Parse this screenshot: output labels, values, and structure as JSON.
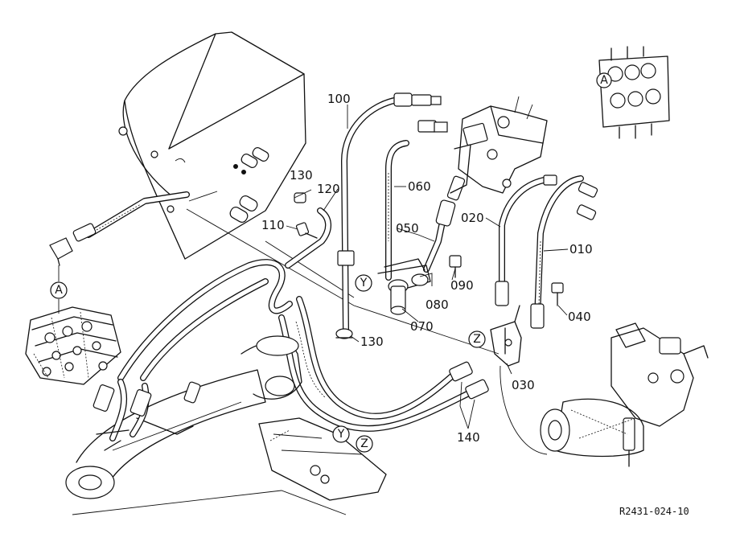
{
  "parts": {
    "p010": "010",
    "p020": "020",
    "p030": "030",
    "p040": "040",
    "p050": "050",
    "p060": "060",
    "p070": "070",
    "p080": "080",
    "p090": "090",
    "p100": "100",
    "p110": "110",
    "p120": "120",
    "p130a": "130",
    "p130b": "130",
    "p140": "140"
  },
  "callouts": {
    "a_main": "A",
    "a_inset": "A",
    "y_bracket": "Y",
    "z_bracket": "Z",
    "y_floor": "Y",
    "z_floor": "Z"
  },
  "drawing_ref": "R2431-024-10",
  "icons": [
    "hydraulic-hose-icon",
    "control-valve-icon",
    "fitting-icon",
    "bolt-icon",
    "clamp-icon"
  ]
}
